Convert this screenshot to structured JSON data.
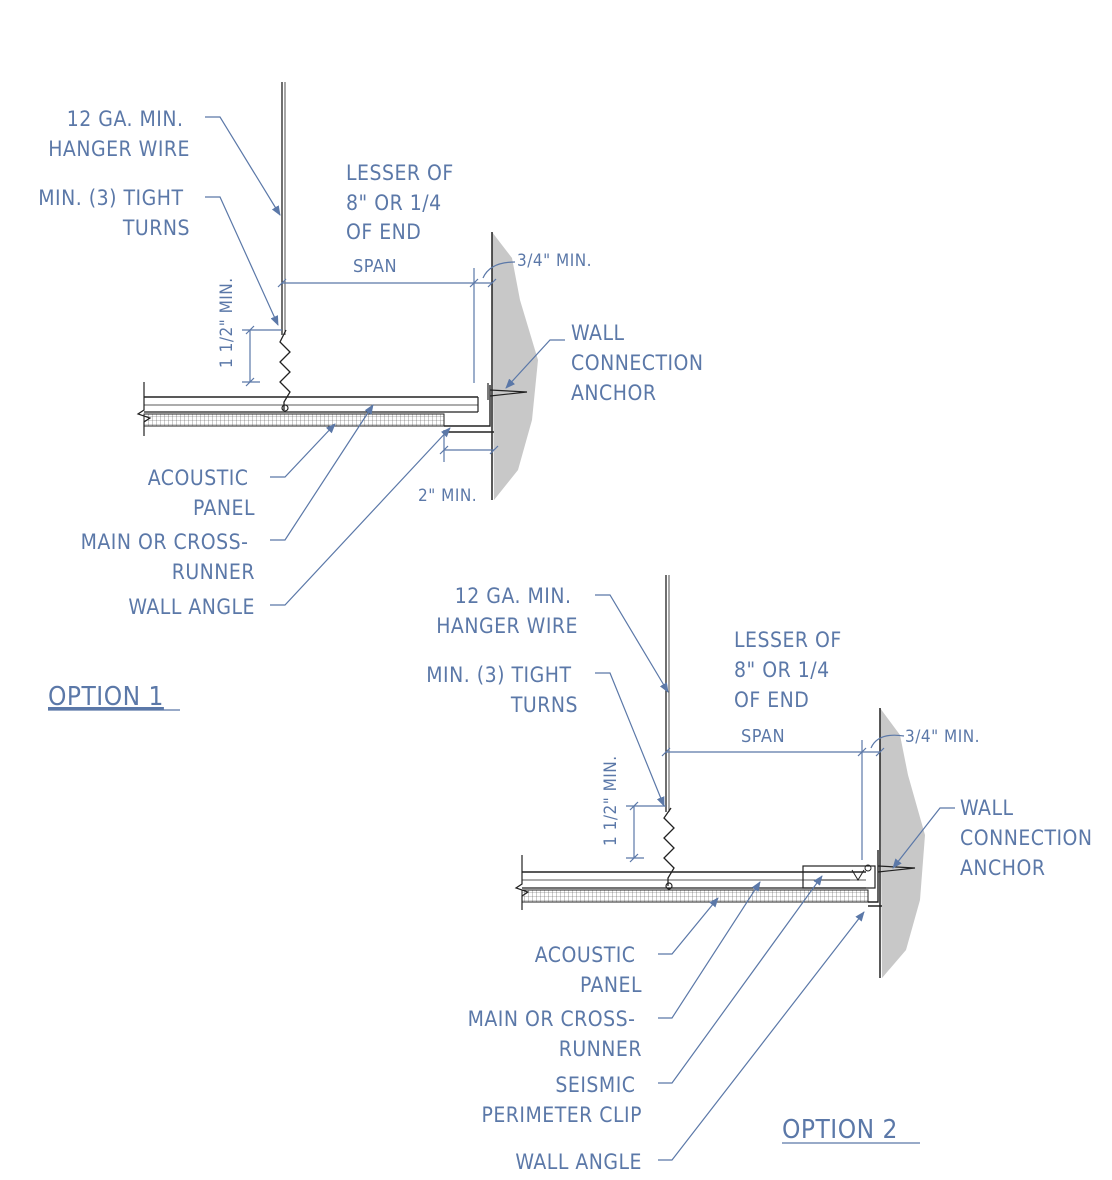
{
  "option1": {
    "title": "OPTION 1",
    "hanger_wire": [
      "12 GA. MIN.",
      "HANGER WIRE"
    ],
    "tight_turns": [
      "MIN. (3) TIGHT",
      "TURNS"
    ],
    "lesser_of": [
      "LESSER OF",
      "8\" OR 1/4",
      "OF END"
    ],
    "span": "SPAN",
    "three_quarter": "3/4\" MIN.",
    "vertical_dim": "1 1/2\" MIN.",
    "wall_anchor": [
      "WALL",
      "CONNECTION",
      "ANCHOR"
    ],
    "acoustic_panel": [
      "ACOUSTIC",
      "PANEL"
    ],
    "main_runner": [
      "MAIN OR CROSS-",
      "RUNNER"
    ],
    "wall_angle": "WALL ANGLE",
    "two_min": "2\" MIN."
  },
  "option2": {
    "title": "OPTION 2",
    "hanger_wire": [
      "12 GA. MIN.",
      "HANGER WIRE"
    ],
    "tight_turns": [
      "MIN. (3) TIGHT",
      "TURNS"
    ],
    "lesser_of": [
      "LESSER OF",
      "8\" OR 1/4",
      "OF END"
    ],
    "span": "SPAN",
    "three_quarter": "3/4\" MIN.",
    "vertical_dim": "1 1/2\" MIN.",
    "wall_anchor": [
      "WALL",
      "CONNECTION",
      "ANCHOR"
    ],
    "acoustic_panel": [
      "ACOUSTIC",
      "PANEL"
    ],
    "main_runner": [
      "MAIN OR CROSS-",
      "RUNNER"
    ],
    "seismic_clip": [
      "SEISMIC",
      "PERIMETER CLIP"
    ],
    "wall_angle": "WALL ANGLE"
  }
}
